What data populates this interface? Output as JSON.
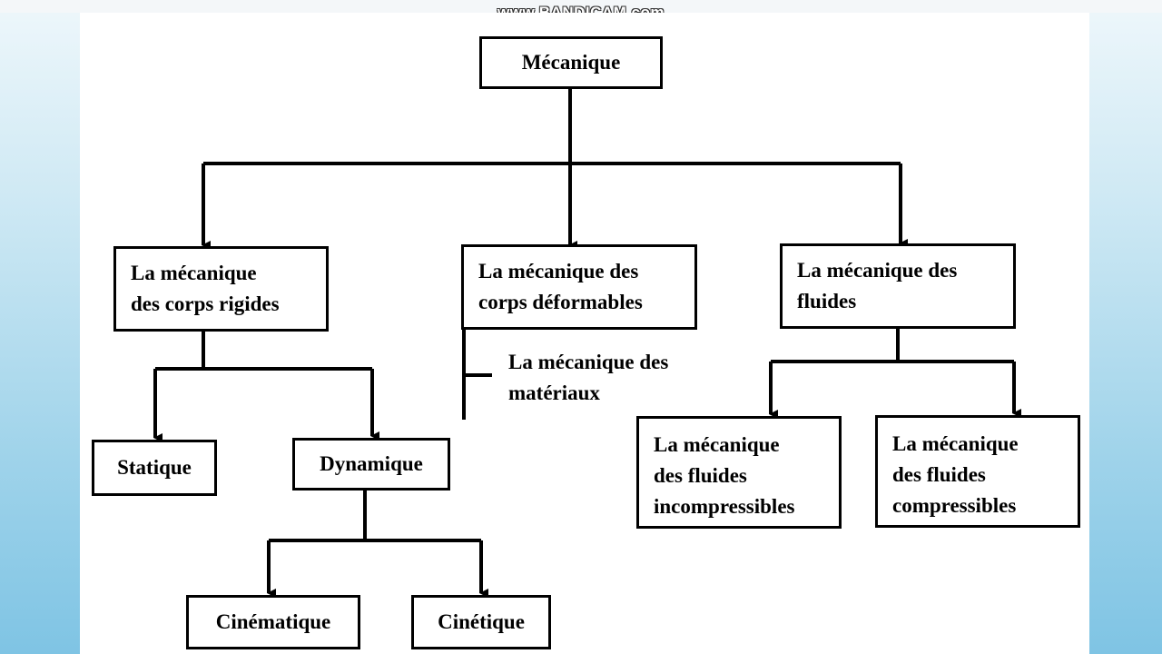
{
  "watermark": "www.BANDICAM.com",
  "nodes": {
    "root": "Mécanique",
    "rigid": [
      "La mécanique",
      "des corps rigides"
    ],
    "deformable": [
      "La mécanique des",
      "corps déformables"
    ],
    "fluids": [
      "La mécanique des",
      "fluides"
    ],
    "materials": [
      "La mécanique des",
      "matériaux"
    ],
    "statique": "Statique",
    "dynamique": "Dynamique",
    "cinematique": "Cinématique",
    "cinetique": "Cinétique",
    "incompressible": [
      "La mécanique",
      "des fluides",
      "incompressibles"
    ],
    "compressible": [
      "La mécanique",
      "des fluides",
      "compressibles"
    ]
  }
}
